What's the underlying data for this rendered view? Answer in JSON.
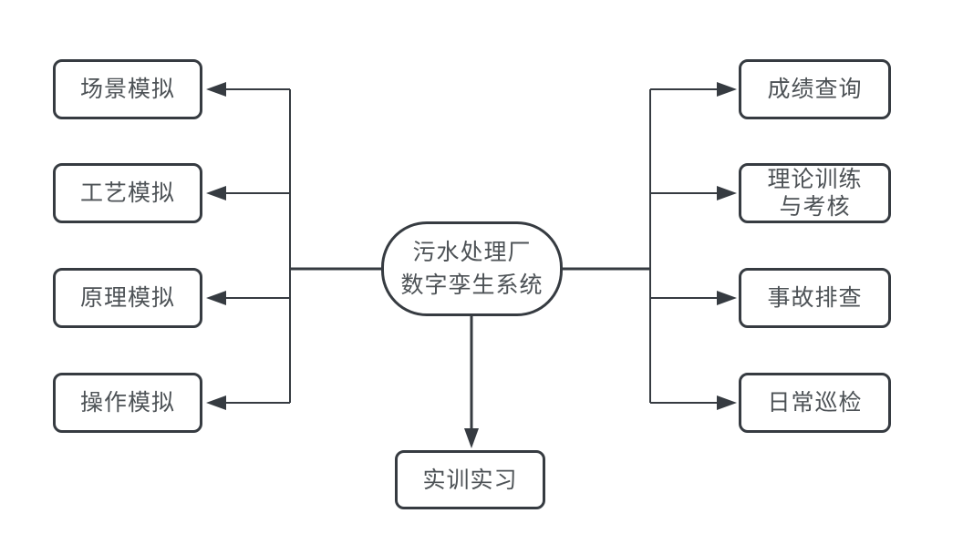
{
  "center_node": {
    "label": "污水处理厂\n数字孪生系统"
  },
  "left_nodes": [
    {
      "label": "场景模拟"
    },
    {
      "label": "工艺模拟"
    },
    {
      "label": "原理模拟"
    },
    {
      "label": "操作模拟"
    }
  ],
  "right_nodes": [
    {
      "label": "成绩查询"
    },
    {
      "label": "理论训练\n与考核"
    },
    {
      "label": "事故排查"
    },
    {
      "label": "日常巡检"
    }
  ],
  "bottom_node": {
    "label": "实训实习"
  },
  "colors": {
    "line": "#363b41",
    "box_border": "#363b41",
    "text": "#4d5256",
    "background": "#ffffff"
  }
}
